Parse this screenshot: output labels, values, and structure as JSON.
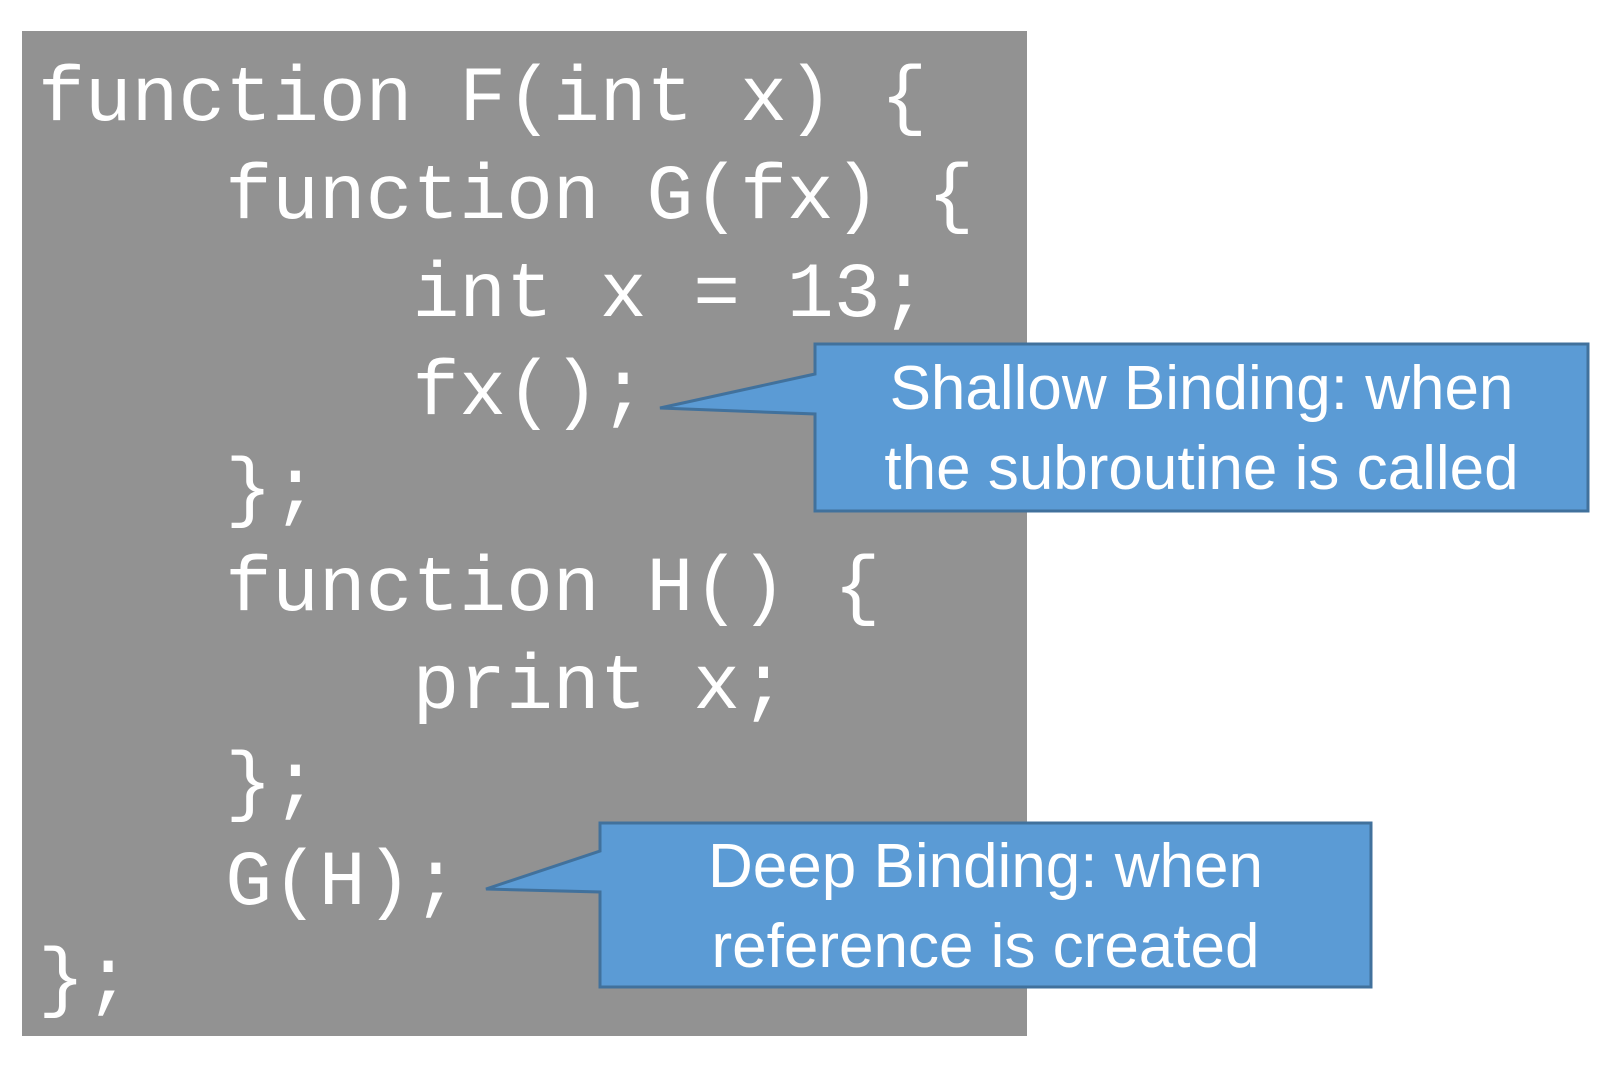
{
  "code": {
    "lines": [
      "function F(int x) {",
      "    function G(fx) {",
      "        int x = 13;",
      "        fx();",
      "    };",
      "    function H() {",
      "        print x;",
      "    };",
      "    G(H);",
      "};"
    ]
  },
  "callouts": {
    "shallow": {
      "line1": "Shallow Binding: when",
      "line2": "the subroutine is called"
    },
    "deep": {
      "line1": "Deep Binding: when",
      "line2": "reference is created"
    }
  },
  "colors": {
    "code_background": "#929292",
    "code_text": "#ffffff",
    "callout_fill": "#5b9bd5",
    "callout_border": "#41719c",
    "callout_text": "#ffffff"
  }
}
